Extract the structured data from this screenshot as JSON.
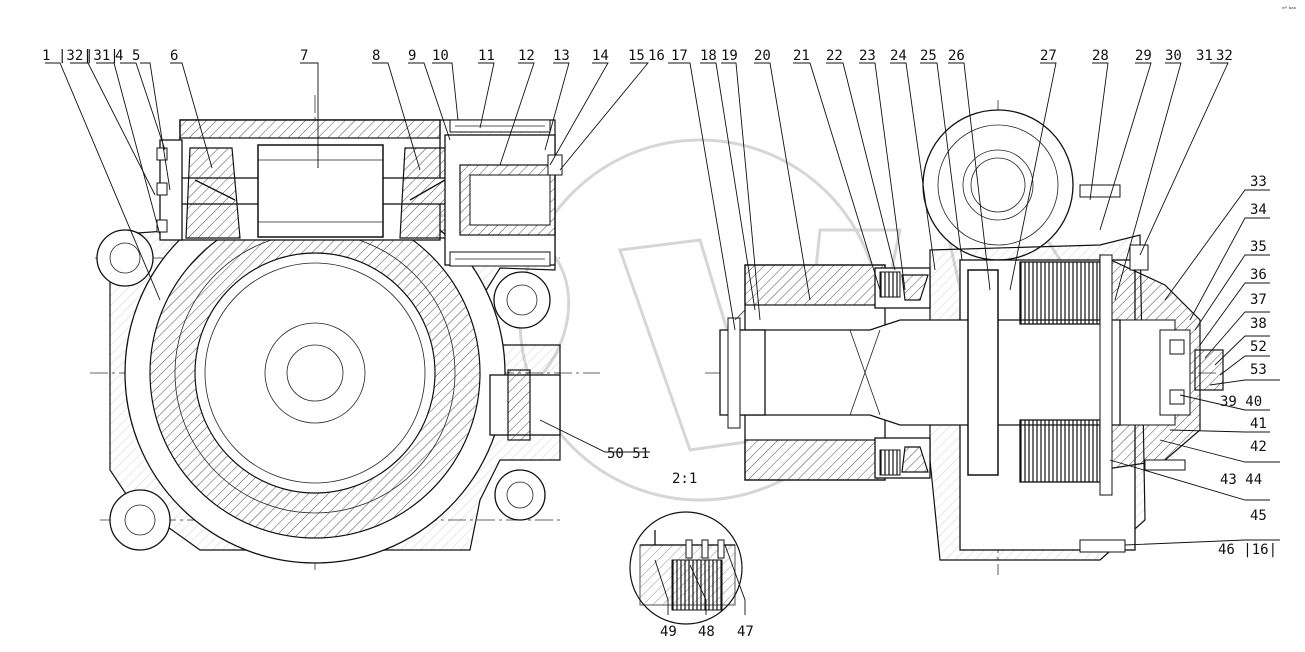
{
  "corner_text": "ᵉᴾ ᵇᵃᵃ",
  "scale_label": "2:1",
  "callouts": [
    {
      "id": "c1",
      "text": "1"
    },
    {
      "id": "c32a",
      "text": "|32|"
    },
    {
      "id": "c31a",
      "text": "|31|"
    },
    {
      "id": "c4",
      "text": "4"
    },
    {
      "id": "c5",
      "text": "5"
    },
    {
      "id": "c6",
      "text": "6"
    },
    {
      "id": "c7",
      "text": "7"
    },
    {
      "id": "c8",
      "text": "8"
    },
    {
      "id": "c9",
      "text": "9"
    },
    {
      "id": "c10",
      "text": "10"
    },
    {
      "id": "c11",
      "text": "11"
    },
    {
      "id": "c12",
      "text": "12"
    },
    {
      "id": "c13",
      "text": "13"
    },
    {
      "id": "c14",
      "text": "14"
    },
    {
      "id": "c15",
      "text": "15"
    },
    {
      "id": "c16",
      "text": "16"
    },
    {
      "id": "c17",
      "text": "17"
    },
    {
      "id": "c18",
      "text": "18"
    },
    {
      "id": "c19",
      "text": "19"
    },
    {
      "id": "c20",
      "text": "20"
    },
    {
      "id": "c21",
      "text": "21"
    },
    {
      "id": "c22",
      "text": "22"
    },
    {
      "id": "c23",
      "text": "23"
    },
    {
      "id": "c24",
      "text": "24"
    },
    {
      "id": "c25",
      "text": "25"
    },
    {
      "id": "c26",
      "text": "26"
    },
    {
      "id": "c27",
      "text": "27"
    },
    {
      "id": "c28",
      "text": "28"
    },
    {
      "id": "c29",
      "text": "29"
    },
    {
      "id": "c30",
      "text": "30"
    },
    {
      "id": "c31",
      "text": "31"
    },
    {
      "id": "c32",
      "text": "32"
    },
    {
      "id": "c33",
      "text": "33"
    },
    {
      "id": "c34",
      "text": "34"
    },
    {
      "id": "c35",
      "text": "35"
    },
    {
      "id": "c36",
      "text": "36"
    },
    {
      "id": "c37",
      "text": "37"
    },
    {
      "id": "c38",
      "text": "38"
    },
    {
      "id": "c52",
      "text": "52"
    },
    {
      "id": "c53",
      "text": "53"
    },
    {
      "id": "c3940",
      "text": "39 40"
    },
    {
      "id": "c41",
      "text": "41"
    },
    {
      "id": "c42",
      "text": "42"
    },
    {
      "id": "c4344",
      "text": "43 44"
    },
    {
      "id": "c45",
      "text": "45"
    },
    {
      "id": "c4616",
      "text": "46 |16|"
    },
    {
      "id": "c5051",
      "text": "50 51"
    },
    {
      "id": "c49",
      "text": "49"
    },
    {
      "id": "c48",
      "text": "48"
    },
    {
      "id": "c47",
      "text": "47"
    }
  ]
}
